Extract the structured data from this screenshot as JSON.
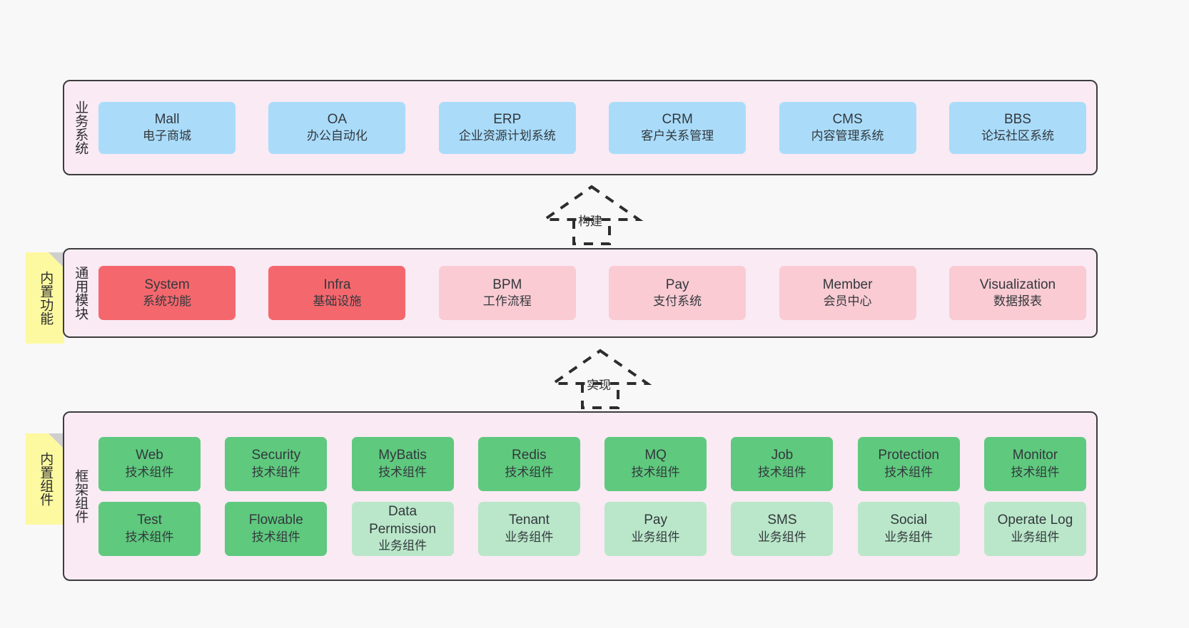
{
  "diagram": {
    "background": "#f8f8f8",
    "panel_fill": "#f9eaf4",
    "panel_border": "#3c3c3c",
    "colors": {
      "business": "#aadcfa",
      "module_strong": "#f4686d",
      "module_light": "#facbd3",
      "tech_component": "#5fc97e",
      "business_component": "#bae7c9",
      "sticky": "#fcf9a0",
      "sticky_fold": "#cfcfcf"
    }
  },
  "layers": {
    "business": {
      "title": "业务系统",
      "cards": [
        {
          "en": "Mall",
          "cn": "电子商城"
        },
        {
          "en": "OA",
          "cn": "办公自动化"
        },
        {
          "en": "ERP",
          "cn": "企业资源计划系统"
        },
        {
          "en": "CRM",
          "cn": "客户关系管理"
        },
        {
          "en": "CMS",
          "cn": "内容管理系统"
        },
        {
          "en": "BBS",
          "cn": "论坛社区系统"
        }
      ]
    },
    "modules": {
      "title": "通用模块",
      "sticky": "内置功能",
      "cards": [
        {
          "en": "System",
          "cn": "系统功能",
          "emphasis": "strong"
        },
        {
          "en": "Infra",
          "cn": "基础设施",
          "emphasis": "strong"
        },
        {
          "en": "BPM",
          "cn": "工作流程",
          "emphasis": "light"
        },
        {
          "en": "Pay",
          "cn": "支付系统",
          "emphasis": "light"
        },
        {
          "en": "Member",
          "cn": "会员中心",
          "emphasis": "light"
        },
        {
          "en": "Visualization",
          "cn": "数据报表",
          "emphasis": "light"
        }
      ]
    },
    "framework": {
      "title": "框架组件",
      "sticky": "内置组件",
      "row_tech": [
        {
          "en": "Web",
          "cn": "技术组件"
        },
        {
          "en": "Security",
          "cn": "技术组件"
        },
        {
          "en": "MyBatis",
          "cn": "技术组件"
        },
        {
          "en": "Redis",
          "cn": "技术组件"
        },
        {
          "en": "MQ",
          "cn": "技术组件"
        },
        {
          "en": "Job",
          "cn": "技术组件"
        },
        {
          "en": "Protection",
          "cn": "技术组件"
        },
        {
          "en": "Monitor",
          "cn": "技术组件"
        }
      ],
      "row_business": [
        {
          "en": "Test",
          "cn": "技术组件",
          "kind": "tech"
        },
        {
          "en": "Flowable",
          "cn": "技术组件",
          "kind": "tech"
        },
        {
          "en": "Data Permission",
          "cn": "业务组件",
          "kind": "business"
        },
        {
          "en": "Tenant",
          "cn": "业务组件",
          "kind": "business"
        },
        {
          "en": "Pay",
          "cn": "业务组件",
          "kind": "business"
        },
        {
          "en": "SMS",
          "cn": "业务组件",
          "kind": "business"
        },
        {
          "en": "Social",
          "cn": "业务组件",
          "kind": "business"
        },
        {
          "en": "Operate Log",
          "cn": "业务组件",
          "kind": "business"
        }
      ]
    }
  },
  "connectors": [
    {
      "label": "构建"
    },
    {
      "label": "实现"
    }
  ]
}
